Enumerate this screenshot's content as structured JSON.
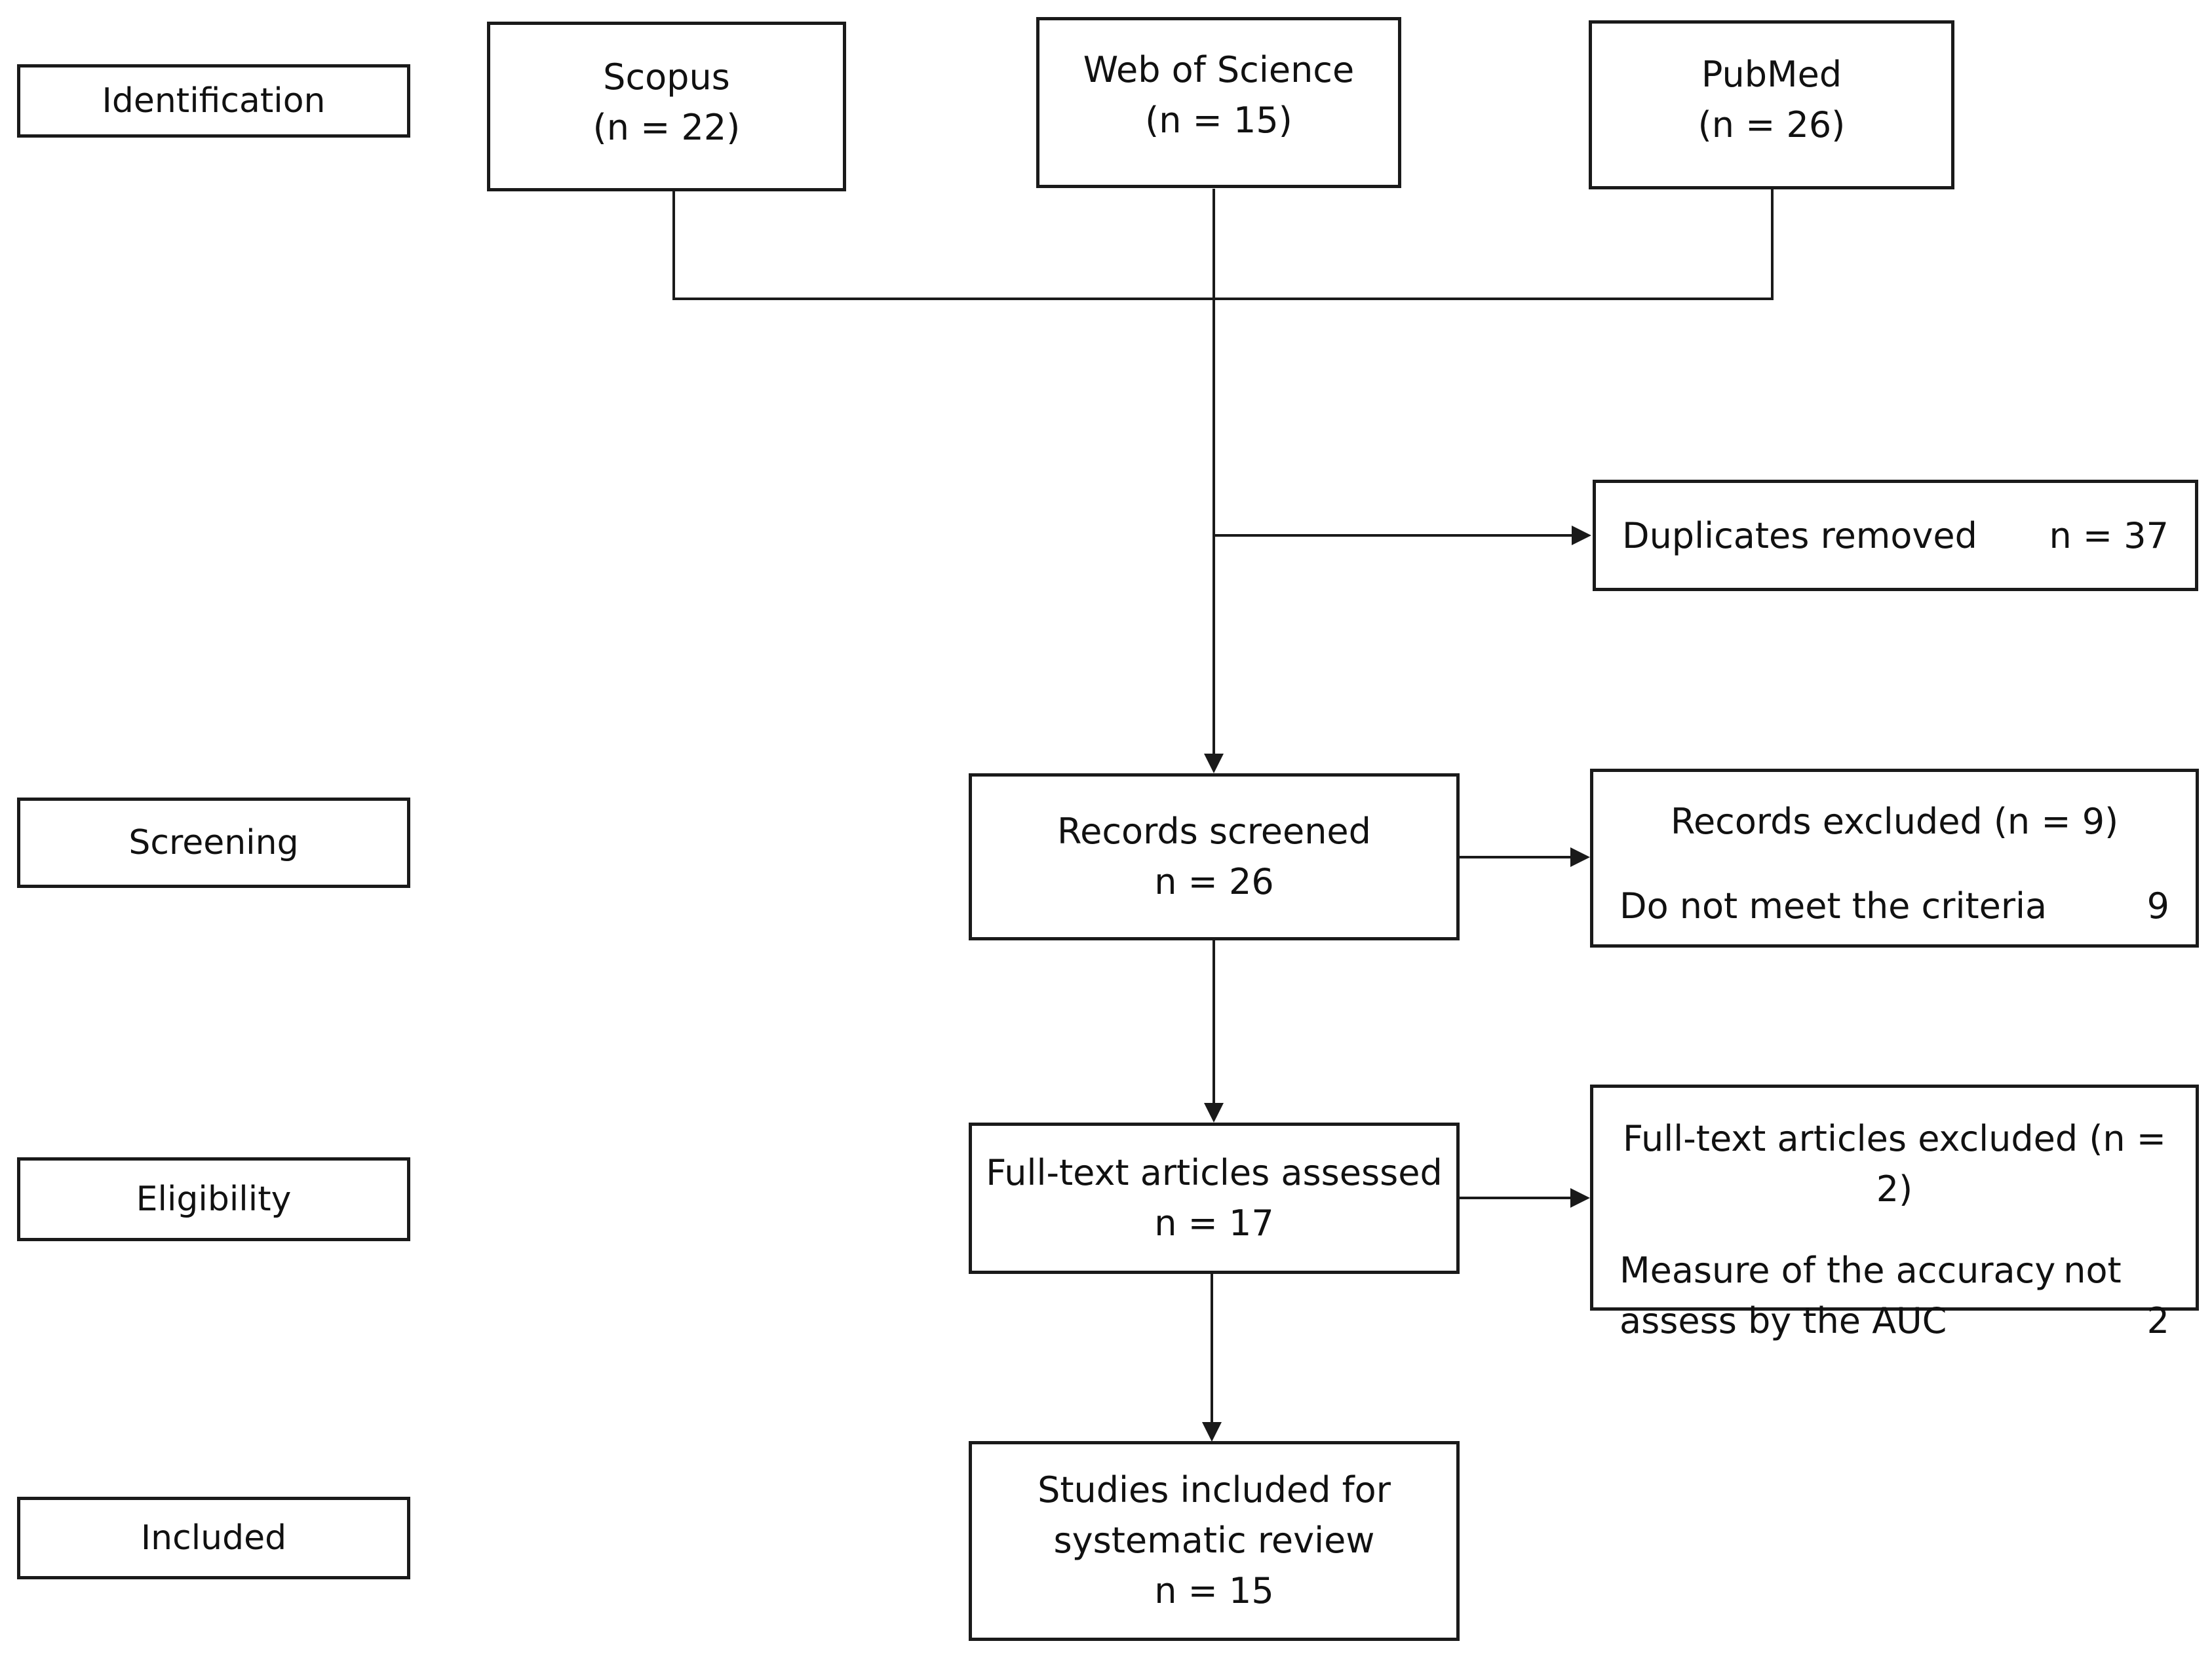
{
  "stages": {
    "identification": "Identification",
    "screening": "Screening",
    "eligibility": "Eligibility",
    "included": "Included"
  },
  "sources": [
    {
      "name": "Scopus",
      "count": "(n = 22)"
    },
    {
      "name": "Web of Science",
      "count": "(n = 15)"
    },
    {
      "name": "PubMed",
      "count": "(n = 26)"
    }
  ],
  "duplicates": {
    "label": "Duplicates removed",
    "count": "n = 37"
  },
  "screened": {
    "label": "Records screened",
    "count": "n = 26"
  },
  "records_excluded": {
    "title": "Records excluded (n = 9)",
    "reason": "Do not meet the criteria",
    "count": "9"
  },
  "assessed": {
    "label": "Full-text articles assessed",
    "count": "n = 17"
  },
  "fulltext_excluded": {
    "title": "Full-text articles excluded (n = 2)",
    "reason_line1": "Measure of the accuracy",
    "reason_line1b": "not",
    "reason_line2": "assess by the AUC",
    "count": "2"
  },
  "included": {
    "line1": "Studies included for",
    "line2": "systematic review",
    "count": "n = 15"
  }
}
